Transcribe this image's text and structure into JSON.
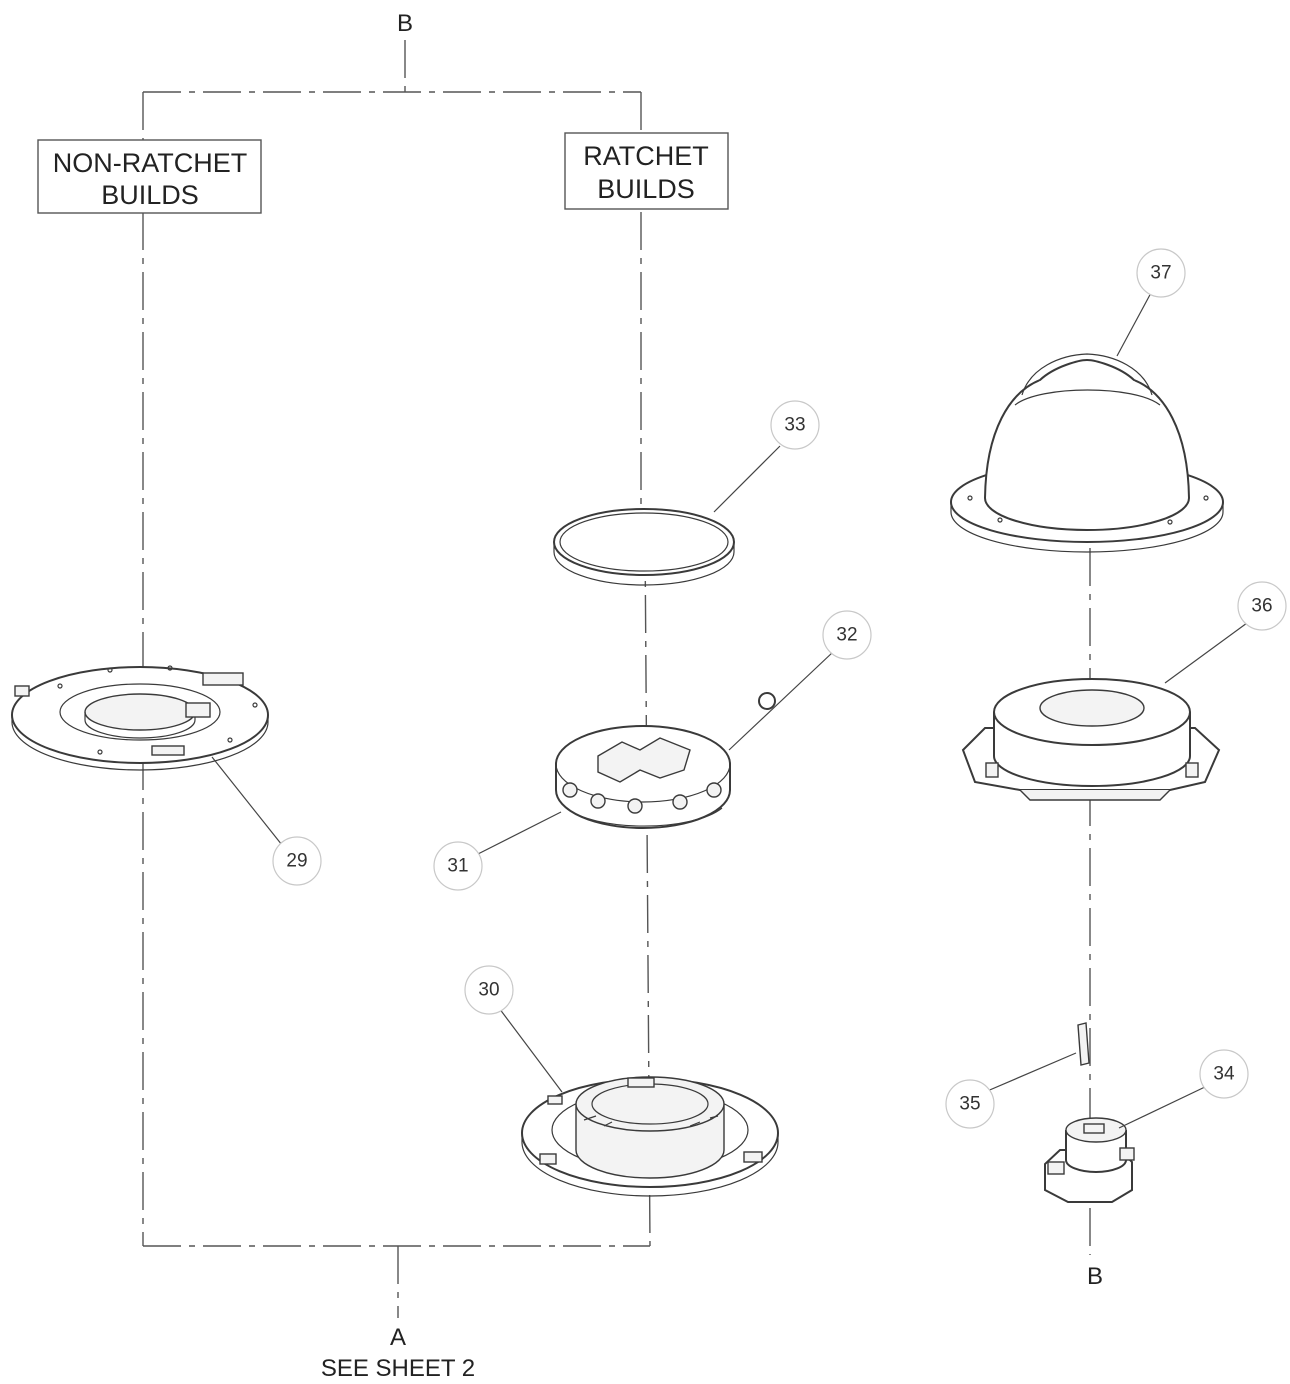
{
  "labels": {
    "non_ratchet_line1": "NON-RATCHET",
    "non_ratchet_line2": "BUILDS",
    "ratchet_line1": "RATCHET",
    "ratchet_line2": "BUILDS"
  },
  "references": {
    "b_top": "B",
    "b_bottom": "B",
    "a_letter": "A",
    "a_note": "SEE SHEET 2"
  },
  "callouts": {
    "c29": "29",
    "c30": "30",
    "c31": "31",
    "c32": "32",
    "c33": "33",
    "c34": "34",
    "c35": "35",
    "c36": "36",
    "c37": "37"
  },
  "colors": {
    "line": "#3a3a3a",
    "callout_border": "#c8c8c8",
    "background": "#ffffff"
  }
}
